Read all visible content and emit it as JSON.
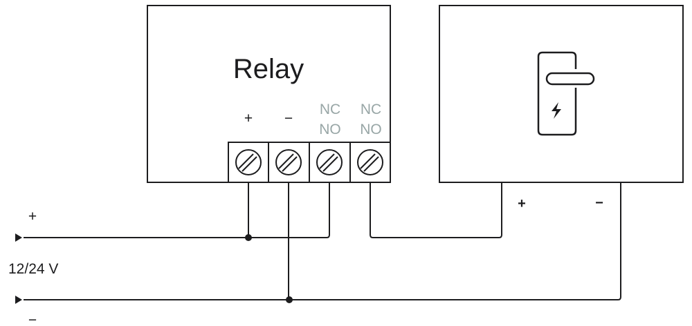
{
  "diagram": {
    "type": "wiring-diagram",
    "relay": {
      "title": "Relay",
      "terminals": [
        {
          "id": "plus",
          "label_top": "",
          "label": "+"
        },
        {
          "id": "minus",
          "label_top": "",
          "label": "−"
        },
        {
          "id": "nc-no-1",
          "label_top": "NC",
          "label": "NO"
        },
        {
          "id": "nc-no-2",
          "label_top": "NC",
          "label": "NO"
        }
      ]
    },
    "lock": {
      "icon": "electric-door-lock-icon",
      "plus_label": "+",
      "minus_label": "−"
    },
    "power_supply": {
      "voltage_label": "12/24 V",
      "plus_label": "+",
      "minus_label": "−"
    },
    "colors": {
      "line": "#1c1c1e",
      "muted_text": "#98a6a6"
    }
  }
}
